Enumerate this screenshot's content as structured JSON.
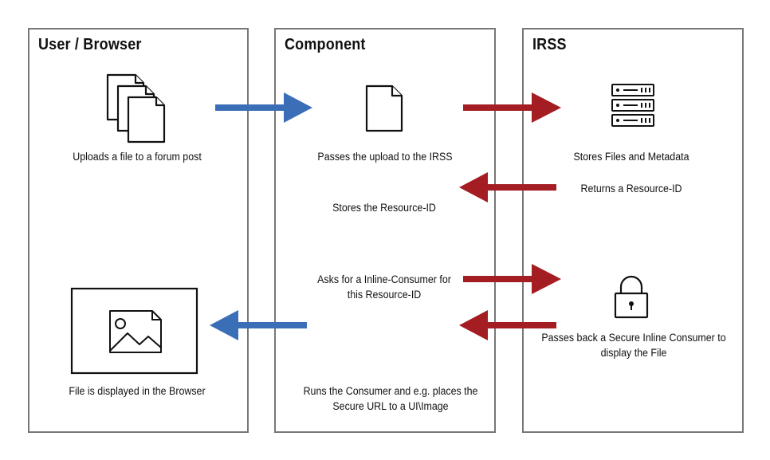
{
  "lanes": {
    "user": {
      "title": "User / Browser"
    },
    "component": {
      "title": "Component"
    },
    "irss": {
      "title": "IRSS"
    }
  },
  "captions": {
    "upload": "Uploads a file to a forum post",
    "passes": "Passes the upload to the IRSS",
    "stores_files": "Stores Files and Metadata",
    "returns_id": "Returns a Resource-ID",
    "stores_id": "Stores the Resource-ID",
    "asks_line1": "Asks for a Inline-Consumer for",
    "asks_line2": "this Resource-ID",
    "passes_back_line1": "Passes back a Secure Inline Consumer to",
    "passes_back_line2": "display the File",
    "displayed": "File is displayed in the Browser",
    "runs_line1": "Runs the Consumer and e.g. places the",
    "runs_line2": "Secure URL to a UI\\Image"
  },
  "colors": {
    "blue_arrow": "#3a6fb8",
    "red_arrow": "#a31d22",
    "border": "#777777"
  },
  "icons": [
    "documents-icon",
    "document-icon",
    "server-icon",
    "padlock-icon",
    "image-icon"
  ]
}
